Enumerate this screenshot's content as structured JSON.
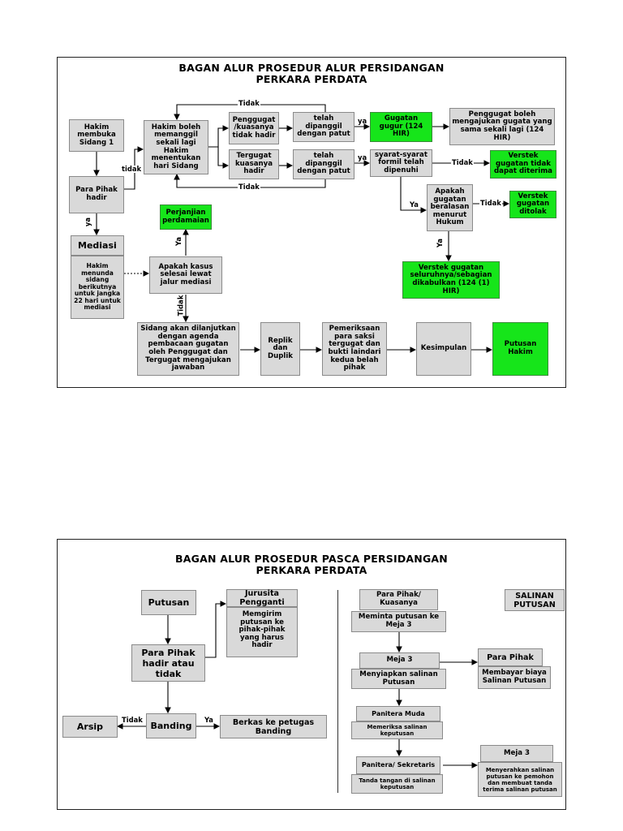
{
  "panel1": {
    "title_line1": "BAGAN ALUR PROSEDUR ALUR PERSIDANGAN",
    "title_line2": "PERKARA PERDATA",
    "boxes": {
      "hakim_membuka": "Hakim membuka Sidang 1",
      "para_pihak_hadir": "Para Pihak hadir",
      "mediasi": "Mediasi",
      "hakim_menunda": "Hakim menunda sidang berikutnya untuk jangka 22 hari untuk mediasi",
      "hakim_boleh": "Hakim boleh memanggil sekali lagi Hakim menentukan hari Sidang",
      "penggugat_tidak_hadir": "Penggugat /kuasanya tidak hadir",
      "telah_dipanggil_1": "telah dipanggil dengan patut",
      "gugatan_gugur": "Gugatan gugur (124 HIR)",
      "penggugat_boleh": "Penggugat boleh mengajukan gugata yang sama sekali lagi (124 HIR)",
      "tergugat_tidak_hadir": "Tergugat kuasanya hadir",
      "telah_dipanggil_2": "telah dipanggil dengan patut",
      "syarat_formil": "syarat-syarat formil telah dipenuhi",
      "verstek_tidak_diterima": "Verstek gugatan tidak dapat diterima",
      "apakah_beralasan": "Apakah gugatan beralasan menurut Hukum",
      "verstek_ditolak": "Verstek gugatan ditolak",
      "verstek_dikabulkan": "Verstek gugatan seluruhnya/sebagian dikabulkan (124 (1) HIR)",
      "perjanjian_perdamaian": "Perjanjian perdamaian",
      "apakah_selesai": "Apakah kasus selesai lewat jalur mediasi",
      "sidang_dilanjutkan": "Sidang akan dilanjutkan dengan agenda pembacaan gugatan oleh Penggugat dan Tergugat mengajukan jawaban",
      "replik_duplik": "Replik dan Duplik",
      "pemeriksaan_saksi": "Pemeriksaan para saksi tergugat dan bukti laindari kedua belah pihak",
      "kesimpulan": "Kesimpulan",
      "putusan_hakim": "Putusan Hakim"
    },
    "labels": {
      "tidak_top": "Tidak",
      "tidak_bottom": "Tidak",
      "tidak_left": "tidak",
      "ya_1": "ya",
      "ya_2": "ya",
      "tidak_syarat": "Tidak",
      "ya_apakah": "Ya",
      "tidak_apakah": "Tidak",
      "ya_dikabulkan": "Ya",
      "ya_para_pihak": "ya",
      "ya_perjanjian": "Ya",
      "tidak_selesai": "Tidak"
    }
  },
  "panel2": {
    "title_line1": "BAGAN ALUR PROSEDUR PASCA PERSIDANGAN",
    "title_line2": "PERKARA PERDATA",
    "boxes": {
      "putusan": "Putusan",
      "jurusita_header": "Jurusita Pengganti",
      "jurusita_body": "Memgirim putusan ke pihak-pihak yang harus hadir",
      "para_pihak_hadir": "Para Pihak hadir atau tidak",
      "banding": "Banding",
      "arsip": "Arsip",
      "berkas": "Berkas ke petugas Banding",
      "para_pihak_kuasanya": "Para Pihak/ Kuasanya",
      "meminta_putusan": "Meminta putusan ke Meja 3",
      "salinan_putusan": "SALINAN PUTUSAN",
      "meja3_header": "Meja 3",
      "meja3_body": "Menyiapkan salinan Putusan",
      "para_pihak_header": "Para Pihak",
      "para_pihak_body": "Membayar biaya Salinan Putusan",
      "panitera_muda_header": "Panitera Muda",
      "panitera_muda_body": "Memeriksa salinan keputusan",
      "panitera_sek_header": "Panitera/ Sekretaris",
      "panitera_sek_body": "Tanda tangan di salinan keputusan",
      "meja3b_header": "Meja 3",
      "meja3b_body": "Menyerahkan salinan putusan ke pemohon dan membuat tanda terima salinan putusan"
    },
    "labels": {
      "tidak": "Tidak",
      "ya": "Ya"
    }
  },
  "colors": {
    "box_gray": "#d9d9d9",
    "box_green": "#16e51a"
  }
}
